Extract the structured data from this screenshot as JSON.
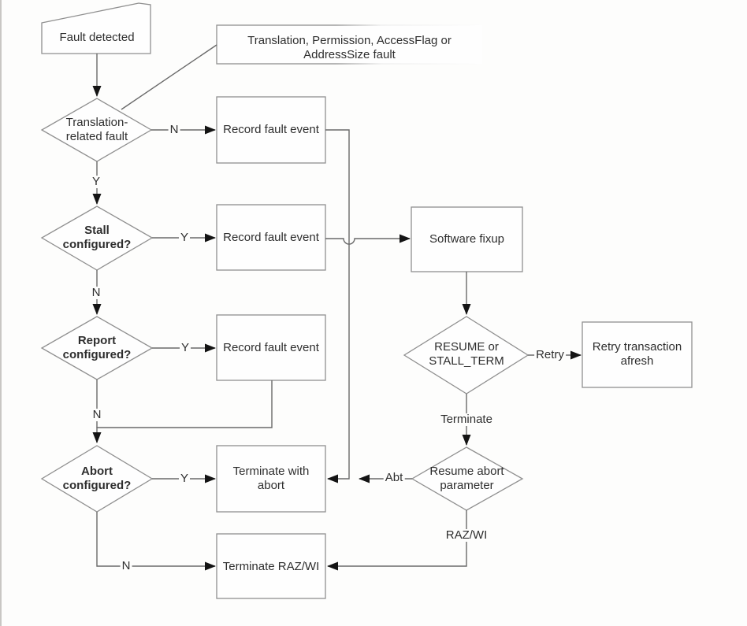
{
  "nodes": {
    "fault_detected": {
      "label": "Fault detected"
    },
    "fault_types_note": {
      "line1": "Translation, Permission, AccessFlag or",
      "line2": "AddressSize fault"
    },
    "translation_related": {
      "line1": "Translation-",
      "line2": "related fault"
    },
    "record_fault_event_1": {
      "label": "Record fault event"
    },
    "stall_configured": {
      "line1": "Stall",
      "line2": "configured?"
    },
    "record_fault_event_2": {
      "label": "Record fault event"
    },
    "software_fixup": {
      "label": "Software fixup"
    },
    "report_configured": {
      "line1": "Report",
      "line2": "configured?"
    },
    "record_fault_event_3": {
      "label": "Record fault event"
    },
    "resume_or_stall_term": {
      "line1": "RESUME or",
      "line2": "STALL_TERM"
    },
    "retry_transaction": {
      "line1": "Retry transaction",
      "line2": "afresh"
    },
    "abort_configured": {
      "line1": "Abort",
      "line2": "configured?"
    },
    "terminate_with_abort": {
      "line1": "Terminate with",
      "line2": "abort"
    },
    "resume_abort_parameter": {
      "line1": "Resume abort",
      "line2": "parameter"
    },
    "terminate_razwi": {
      "label": "Terminate RAZ/WI"
    }
  },
  "edge_labels": {
    "translation_n": "N",
    "translation_y": "Y",
    "stall_y": "Y",
    "stall_n": "N",
    "report_y": "Y",
    "report_n": "N",
    "abort_y": "Y",
    "abort_n": "N",
    "retry": "Retry",
    "terminate": "Terminate",
    "abt": "Abt",
    "razwi": "RAZ/WI"
  },
  "colors": {
    "background": "#fdfdfc",
    "shape_stroke": "#8f8f8f",
    "connector": "#696969",
    "arrowhead": "#141414",
    "text": "#2e2e2e"
  }
}
